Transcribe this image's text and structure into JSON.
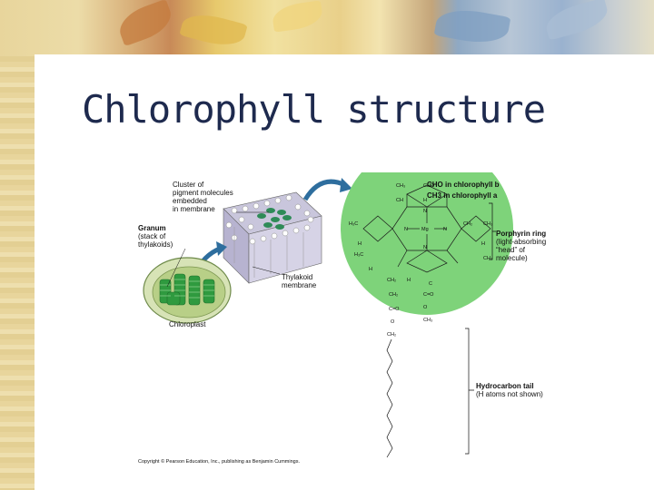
{
  "slide": {
    "title": "Chlorophyll structure"
  },
  "figure": {
    "labels": {
      "cluster": [
        "Cluster of",
        "pigment molecules",
        "embedded",
        "in membrane"
      ],
      "granum": [
        "Granum",
        "(stack of",
        "thylakoids)"
      ],
      "thylakoid": [
        "Thylakoid",
        "membrane"
      ],
      "chloroplast": "Chloroplast",
      "chl_b": "CHO in chlorophyll b",
      "chl_a": "CH3 in chlorophyll a",
      "porphyrin": [
        "Porphyrin ring",
        "(light-absorbing",
        "“head” of",
        "molecule)"
      ],
      "tail": [
        "Hydrocarbon tail",
        "(H atoms not shown)"
      ],
      "copyright": "Copyright © Pearson Education, Inc., publishing as Benjamin Cummings."
    }
  }
}
